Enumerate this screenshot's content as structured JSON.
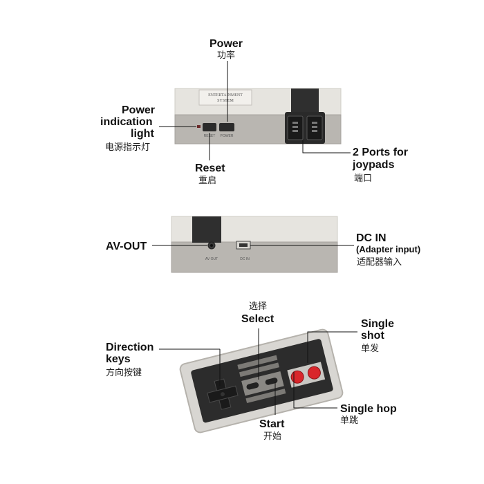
{
  "top_console": {
    "power": {
      "en": "Power",
      "zh": "功率"
    },
    "power_indication": {
      "en_line1": "Power",
      "en_line2": "indication",
      "en_line3": "light",
      "zh": "电源指示灯"
    },
    "reset": {
      "en": "Reset",
      "zh": "重启"
    },
    "ports": {
      "en_line1": "2 Ports for",
      "en_line2": "joypads",
      "zh": "端口"
    },
    "plate_line1": "ENTERTAINMENT",
    "plate_line2": "SYSTEM",
    "reset_silk": "RESET",
    "power_silk": "POWER"
  },
  "middle_console": {
    "av_out": {
      "en": "AV-OUT",
      "silk": "AV OUT"
    },
    "dc_in": {
      "en": "DC IN",
      "sub": "(Adapter input)",
      "zh": "适配器输入",
      "silk": "DC IN"
    }
  },
  "controller": {
    "select": {
      "en": "Select",
      "zh": "选择"
    },
    "direction": {
      "en_line1": "Direction",
      "en_line2": "keys",
      "zh": "方向按键"
    },
    "single_shot": {
      "en_line1": "Single",
      "en_line2": "shot",
      "zh": "单发"
    },
    "single_hop": {
      "en": "Single hop",
      "zh": "单跳"
    },
    "start": {
      "en": "Start",
      "zh": "开始"
    }
  }
}
